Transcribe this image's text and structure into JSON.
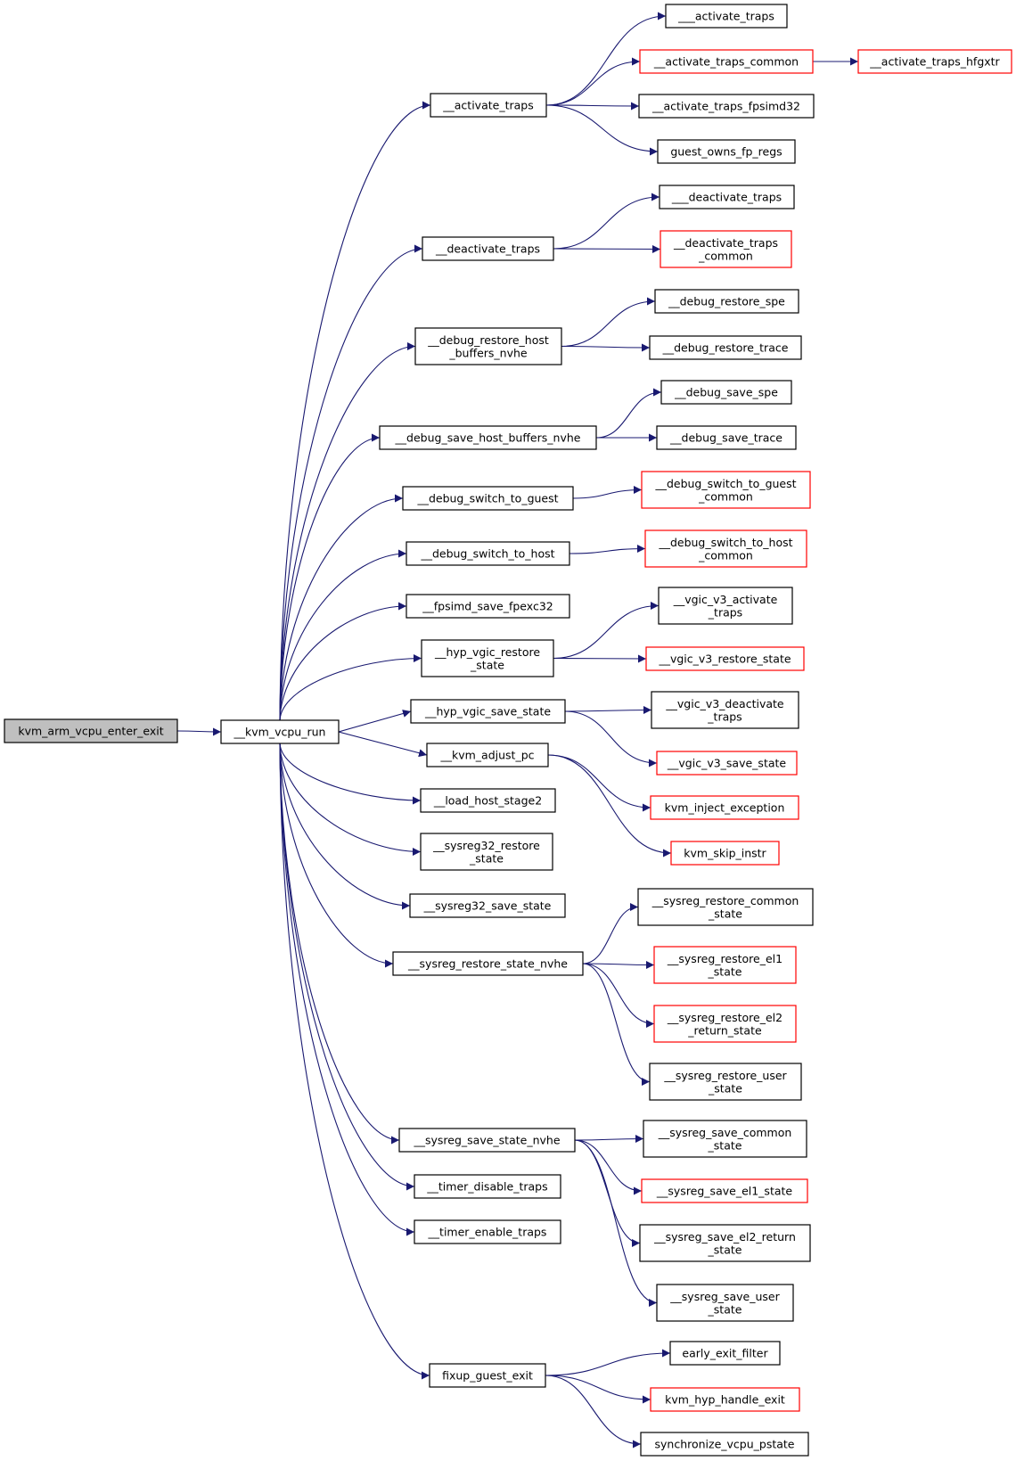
{
  "graph": {
    "nodes": [
      {
        "id": "kvm_arm_vcpu_enter_exit",
        "lines": [
          "kvm_arm_vcpu_enter_exit"
        ],
        "root": true,
        "red": false
      },
      {
        "id": "__kvm_vcpu_run",
        "lines": [
          "__kvm_vcpu_run"
        ],
        "red": false
      },
      {
        "id": "__activate_traps",
        "lines": [
          "__activate_traps"
        ],
        "red": false
      },
      {
        "id": "___activate_traps",
        "lines": [
          "___activate_traps"
        ],
        "red": false
      },
      {
        "id": "__activate_traps_common",
        "lines": [
          "__activate_traps_common"
        ],
        "red": true
      },
      {
        "id": "__activate_traps_hfgxtr",
        "lines": [
          "__activate_traps_hfgxtr"
        ],
        "red": true
      },
      {
        "id": "__activate_traps_fpsimd32",
        "lines": [
          "__activate_traps_fpsimd32"
        ],
        "red": false
      },
      {
        "id": "guest_owns_fp_regs",
        "lines": [
          "guest_owns_fp_regs"
        ],
        "red": false
      },
      {
        "id": "__deactivate_traps",
        "lines": [
          "__deactivate_traps"
        ],
        "red": false
      },
      {
        "id": "___deactivate_traps",
        "lines": [
          "___deactivate_traps"
        ],
        "red": false
      },
      {
        "id": "__deactivate_traps_common",
        "lines": [
          "__deactivate_traps",
          "_common"
        ],
        "red": true
      },
      {
        "id": "__debug_restore_host_buffers_nvhe",
        "lines": [
          "__debug_restore_host",
          "_buffers_nvhe"
        ],
        "red": false
      },
      {
        "id": "__debug_restore_spe",
        "lines": [
          "__debug_restore_spe"
        ],
        "red": false
      },
      {
        "id": "__debug_restore_trace",
        "lines": [
          "__debug_restore_trace"
        ],
        "red": false
      },
      {
        "id": "__debug_save_host_buffers_nvhe",
        "lines": [
          "__debug_save_host_buffers_nvhe"
        ],
        "red": false
      },
      {
        "id": "__debug_save_spe",
        "lines": [
          "__debug_save_spe"
        ],
        "red": false
      },
      {
        "id": "__debug_save_trace",
        "lines": [
          "__debug_save_trace"
        ],
        "red": false
      },
      {
        "id": "__debug_switch_to_guest",
        "lines": [
          "__debug_switch_to_guest"
        ],
        "red": false
      },
      {
        "id": "__debug_switch_to_guest_common",
        "lines": [
          "__debug_switch_to_guest",
          "_common"
        ],
        "red": true
      },
      {
        "id": "__debug_switch_to_host",
        "lines": [
          "__debug_switch_to_host"
        ],
        "red": false
      },
      {
        "id": "__debug_switch_to_host_common",
        "lines": [
          "__debug_switch_to_host",
          "_common"
        ],
        "red": true
      },
      {
        "id": "__fpsimd_save_fpexc32",
        "lines": [
          "__fpsimd_save_fpexc32"
        ],
        "red": false
      },
      {
        "id": "__hyp_vgic_restore_state",
        "lines": [
          "__hyp_vgic_restore",
          "_state"
        ],
        "red": false
      },
      {
        "id": "__vgic_v3_activate_traps",
        "lines": [
          "__vgic_v3_activate",
          "_traps"
        ],
        "red": false
      },
      {
        "id": "__vgic_v3_restore_state",
        "lines": [
          "__vgic_v3_restore_state"
        ],
        "red": true
      },
      {
        "id": "__hyp_vgic_save_state",
        "lines": [
          "__hyp_vgic_save_state"
        ],
        "red": false
      },
      {
        "id": "__vgic_v3_deactivate_traps",
        "lines": [
          "__vgic_v3_deactivate",
          "_traps"
        ],
        "red": false
      },
      {
        "id": "__vgic_v3_save_state",
        "lines": [
          "__vgic_v3_save_state"
        ],
        "red": true
      },
      {
        "id": "__kvm_adjust_pc",
        "lines": [
          "__kvm_adjust_pc"
        ],
        "red": false
      },
      {
        "id": "kvm_inject_exception",
        "lines": [
          "kvm_inject_exception"
        ],
        "red": true
      },
      {
        "id": "kvm_skip_instr",
        "lines": [
          "kvm_skip_instr"
        ],
        "red": true
      },
      {
        "id": "__load_host_stage2",
        "lines": [
          "__load_host_stage2"
        ],
        "red": false
      },
      {
        "id": "__sysreg32_restore_state",
        "lines": [
          "__sysreg32_restore",
          "_state"
        ],
        "red": false
      },
      {
        "id": "__sysreg32_save_state",
        "lines": [
          "__sysreg32_save_state"
        ],
        "red": false
      },
      {
        "id": "__sysreg_restore_state_nvhe",
        "lines": [
          "__sysreg_restore_state_nvhe"
        ],
        "red": false
      },
      {
        "id": "__sysreg_restore_common_state",
        "lines": [
          "__sysreg_restore_common",
          "_state"
        ],
        "red": false
      },
      {
        "id": "__sysreg_restore_el1_state",
        "lines": [
          "__sysreg_restore_el1",
          "_state"
        ],
        "red": true
      },
      {
        "id": "__sysreg_restore_el2_return_state",
        "lines": [
          "__sysreg_restore_el2",
          "_return_state"
        ],
        "red": true
      },
      {
        "id": "__sysreg_restore_user_state",
        "lines": [
          "__sysreg_restore_user",
          "_state"
        ],
        "red": false
      },
      {
        "id": "__sysreg_save_state_nvhe",
        "lines": [
          "__sysreg_save_state_nvhe"
        ],
        "red": false
      },
      {
        "id": "__sysreg_save_common_state",
        "lines": [
          "__sysreg_save_common",
          "_state"
        ],
        "red": false
      },
      {
        "id": "__sysreg_save_el1_state",
        "lines": [
          "__sysreg_save_el1_state"
        ],
        "red": true
      },
      {
        "id": "__sysreg_save_el2_return_state",
        "lines": [
          "__sysreg_save_el2_return",
          "_state"
        ],
        "red": false
      },
      {
        "id": "__sysreg_save_user_state",
        "lines": [
          "__sysreg_save_user",
          "_state"
        ],
        "red": false
      },
      {
        "id": "__timer_disable_traps",
        "lines": [
          "__timer_disable_traps"
        ],
        "red": false
      },
      {
        "id": "__timer_enable_traps",
        "lines": [
          "__timer_enable_traps"
        ],
        "red": false
      },
      {
        "id": "fixup_guest_exit",
        "lines": [
          "fixup_guest_exit"
        ],
        "red": false
      },
      {
        "id": "early_exit_filter",
        "lines": [
          "early_exit_filter"
        ],
        "red": false
      },
      {
        "id": "kvm_hyp_handle_exit",
        "lines": [
          "kvm_hyp_handle_exit"
        ],
        "red": true
      },
      {
        "id": "synchronize_vcpu_pstate",
        "lines": [
          "synchronize_vcpu_pstate"
        ],
        "red": false
      }
    ],
    "edges": [
      [
        "kvm_arm_vcpu_enter_exit",
        "__kvm_vcpu_run"
      ],
      [
        "__kvm_vcpu_run",
        "__activate_traps"
      ],
      [
        "__kvm_vcpu_run",
        "__deactivate_traps"
      ],
      [
        "__kvm_vcpu_run",
        "__debug_restore_host_buffers_nvhe"
      ],
      [
        "__kvm_vcpu_run",
        "__debug_save_host_buffers_nvhe"
      ],
      [
        "__kvm_vcpu_run",
        "__debug_switch_to_guest"
      ],
      [
        "__kvm_vcpu_run",
        "__debug_switch_to_host"
      ],
      [
        "__kvm_vcpu_run",
        "__fpsimd_save_fpexc32"
      ],
      [
        "__kvm_vcpu_run",
        "__hyp_vgic_restore_state"
      ],
      [
        "__kvm_vcpu_run",
        "__hyp_vgic_save_state"
      ],
      [
        "__kvm_vcpu_run",
        "__kvm_adjust_pc"
      ],
      [
        "__kvm_vcpu_run",
        "__load_host_stage2"
      ],
      [
        "__kvm_vcpu_run",
        "__sysreg32_restore_state"
      ],
      [
        "__kvm_vcpu_run",
        "__sysreg32_save_state"
      ],
      [
        "__kvm_vcpu_run",
        "__sysreg_restore_state_nvhe"
      ],
      [
        "__kvm_vcpu_run",
        "__sysreg_save_state_nvhe"
      ],
      [
        "__kvm_vcpu_run",
        "__timer_disable_traps"
      ],
      [
        "__kvm_vcpu_run",
        "__timer_enable_traps"
      ],
      [
        "__kvm_vcpu_run",
        "fixup_guest_exit"
      ],
      [
        "__activate_traps",
        "___activate_traps"
      ],
      [
        "__activate_traps",
        "__activate_traps_common"
      ],
      [
        "__activate_traps",
        "__activate_traps_fpsimd32"
      ],
      [
        "__activate_traps",
        "guest_owns_fp_regs"
      ],
      [
        "__activate_traps_common",
        "__activate_traps_hfgxtr"
      ],
      [
        "__deactivate_traps",
        "___deactivate_traps"
      ],
      [
        "__deactivate_traps",
        "__deactivate_traps_common"
      ],
      [
        "__debug_restore_host_buffers_nvhe",
        "__debug_restore_spe"
      ],
      [
        "__debug_restore_host_buffers_nvhe",
        "__debug_restore_trace"
      ],
      [
        "__debug_save_host_buffers_nvhe",
        "__debug_save_spe"
      ],
      [
        "__debug_save_host_buffers_nvhe",
        "__debug_save_trace"
      ],
      [
        "__debug_switch_to_guest",
        "__debug_switch_to_guest_common"
      ],
      [
        "__debug_switch_to_host",
        "__debug_switch_to_host_common"
      ],
      [
        "__hyp_vgic_restore_state",
        "__vgic_v3_activate_traps"
      ],
      [
        "__hyp_vgic_restore_state",
        "__vgic_v3_restore_state"
      ],
      [
        "__hyp_vgic_save_state",
        "__vgic_v3_deactivate_traps"
      ],
      [
        "__hyp_vgic_save_state",
        "__vgic_v3_save_state"
      ],
      [
        "__kvm_adjust_pc",
        "kvm_inject_exception"
      ],
      [
        "__kvm_adjust_pc",
        "kvm_skip_instr"
      ],
      [
        "__sysreg_restore_state_nvhe",
        "__sysreg_restore_common_state"
      ],
      [
        "__sysreg_restore_state_nvhe",
        "__sysreg_restore_el1_state"
      ],
      [
        "__sysreg_restore_state_nvhe",
        "__sysreg_restore_el2_return_state"
      ],
      [
        "__sysreg_restore_state_nvhe",
        "__sysreg_restore_user_state"
      ],
      [
        "__sysreg_save_state_nvhe",
        "__sysreg_save_common_state"
      ],
      [
        "__sysreg_save_state_nvhe",
        "__sysreg_save_el1_state"
      ],
      [
        "__sysreg_save_state_nvhe",
        "__sysreg_save_el2_return_state"
      ],
      [
        "__sysreg_save_state_nvhe",
        "__sysreg_save_user_state"
      ],
      [
        "fixup_guest_exit",
        "early_exit_filter"
      ],
      [
        "fixup_guest_exit",
        "kvm_hyp_handle_exit"
      ],
      [
        "fixup_guest_exit",
        "synchronize_vcpu_pstate"
      ]
    ]
  }
}
